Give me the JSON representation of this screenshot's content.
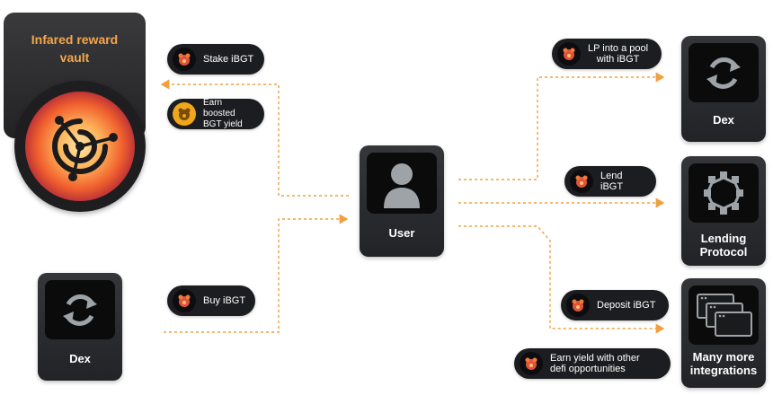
{
  "vault": {
    "title": "Infared reward\nvault",
    "icon": "infrared-logo-icon"
  },
  "user": {
    "label": "User",
    "icon": "user-icon"
  },
  "dex_left": {
    "label": "Dex",
    "icon": "refresh-icon"
  },
  "dex_right": {
    "label": "Dex",
    "icon": "refresh-icon"
  },
  "lending": {
    "label": "Lending\nProtocol",
    "icon": "lending-network-icon"
  },
  "integrations": {
    "label": "Many more\nintegrations",
    "icon": "windows-stack-icon"
  },
  "pills": {
    "stake": "Stake iBGT",
    "earn_boosted": "Earn boosted\nBGT yield",
    "buy": "Buy iBGT",
    "lp": "LP into a pool\nwith iBGT",
    "lend": "Lend iBGT",
    "deposit": "Deposit iBGT",
    "earn_other": "Earn yield with other\ndefi opportunities"
  },
  "colors": {
    "accent": "#f4a64c",
    "card": "#2a2b2e",
    "inner": "#0b0b0c",
    "connector": "#f0a040"
  }
}
